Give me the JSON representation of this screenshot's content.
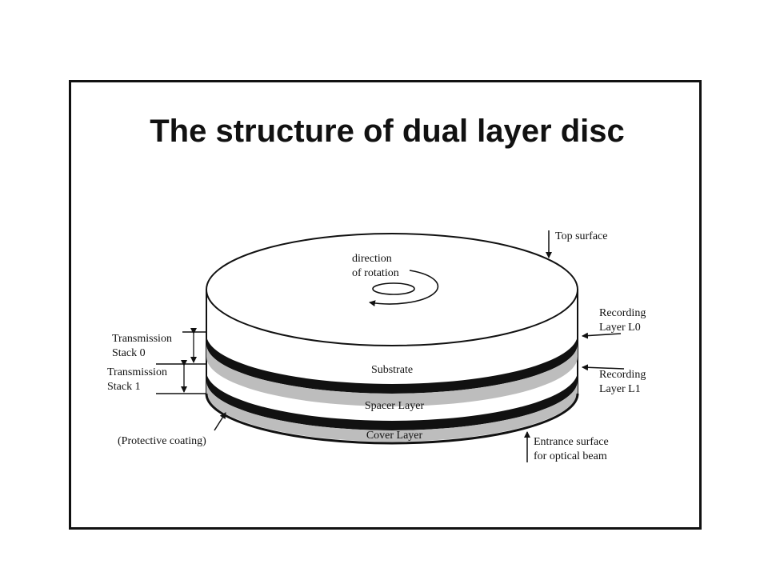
{
  "title": "The structure of dual layer disc",
  "labels": {
    "rotation_1": "direction",
    "rotation_2": "of rotation",
    "top_surface": "Top surface",
    "recording_l0_1": "Recording",
    "recording_l0_2": "Layer L0",
    "recording_l1_1": "Recording",
    "recording_l1_2": "Layer L1",
    "entrance_1": "Entrance surface",
    "entrance_2": "for optical beam",
    "transmission0_1": "Transmission",
    "transmission0_2": "Stack 0",
    "transmission1_1": "Transmission",
    "transmission1_2": "Stack 1",
    "protective": "(Protective coating)",
    "substrate": "Substrate",
    "spacer": "Spacer Layer",
    "cover": "Cover Layer"
  }
}
